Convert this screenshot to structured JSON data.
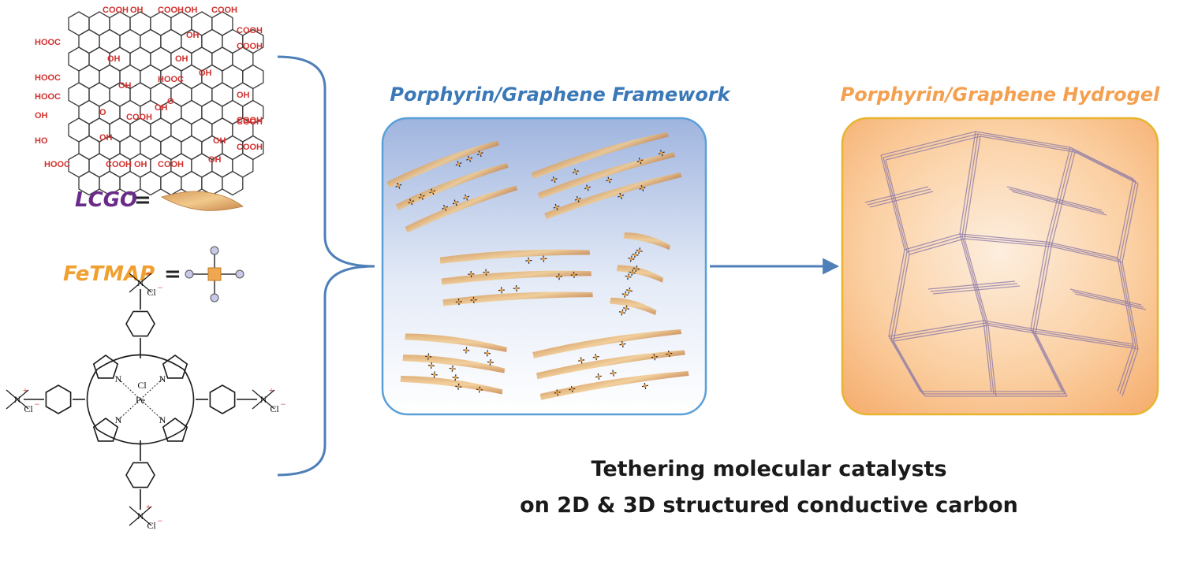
{
  "colors": {
    "functional_group": "#d0322f",
    "graphene_bond": "#3b3b3b",
    "lcgo_label": "#6a2a8a",
    "fetmap_label": "#f0a030",
    "framework_title": "#3a78b8",
    "hydrogel_title": "#f4a050",
    "framework_border": "#5aa0d8",
    "hydrogel_border": "#e8b430",
    "arrow": "#4f7fb8",
    "bracket": "#4f7fb8",
    "network": "#8a78a8",
    "sheet": "#e8bf7a"
  },
  "graphene_oxide": {
    "groups": [
      "COOH",
      "OH",
      "COOH",
      "OH",
      "COOH",
      "HOOC",
      "COOH",
      "OH",
      "COOH",
      "HOOC",
      "OH",
      "OH",
      "HOOC",
      "OH",
      "OH",
      "OH",
      "HOOC",
      "OH",
      "O",
      "COOH",
      "OH",
      "COOH",
      "HO",
      "O",
      "COOH",
      "OH",
      "COOH",
      "HOOC",
      "COOH",
      "OH",
      "COOH",
      "OH",
      "OH"
    ]
  },
  "legend": {
    "lcgo_label": "LCGO",
    "fetmap_label": "FeTMAP",
    "equals": "="
  },
  "porphyrin": {
    "center_metal": "Fe",
    "axial_ligand": "Cl",
    "n_atom": "N",
    "plus": "+",
    "counter_ion": "Cl",
    "minus": "−"
  },
  "panels": {
    "framework_title": "Porphyrin/Graphene Framework",
    "hydrogel_title": "Porphyrin/Graphene Hydrogel"
  },
  "caption": {
    "line1": "Tethering molecular catalysts",
    "line2": "on 2D & 3D structured conductive carbon"
  }
}
